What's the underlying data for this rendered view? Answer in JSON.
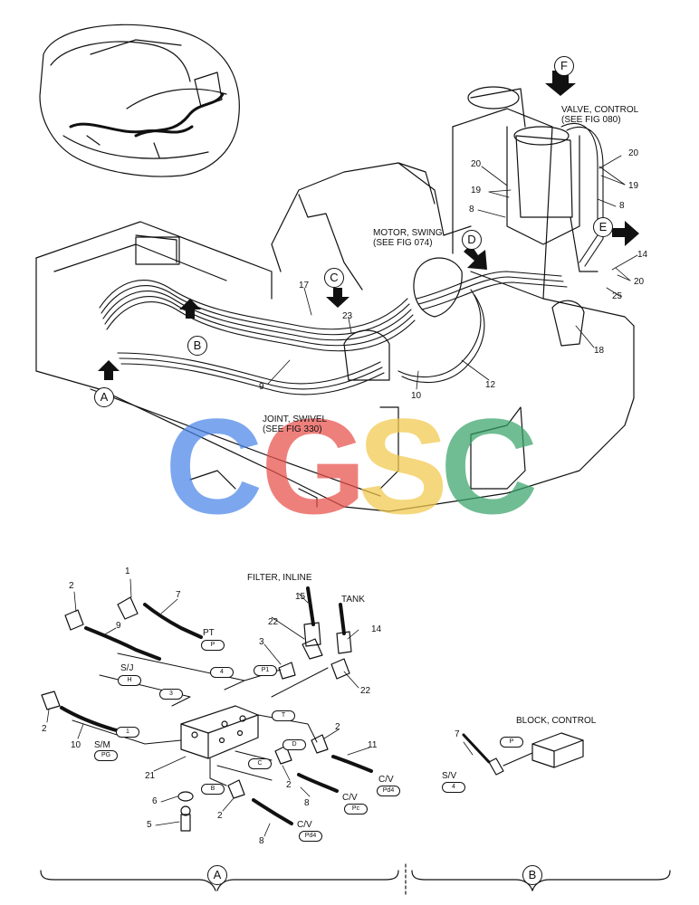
{
  "overview": {
    "callouts": {
      "A": "A",
      "B": "B",
      "C": "C",
      "D": "D",
      "E": "E",
      "F": "F"
    },
    "labels": {
      "valve_control": "VALVE, CONTROL",
      "valve_control_ref": "(SEE FIG 080)",
      "motor_swing": "MOTOR, SWING",
      "motor_swing_ref": "(SEE FIG 074)",
      "joint_swivel": "JOINT, SWIVEL",
      "joint_swivel_ref": "(SEE FIG 330)"
    },
    "numbers": [
      "20",
      "19",
      "8",
      "8",
      "19",
      "20",
      "14",
      "20",
      "25",
      "17",
      "23",
      "9",
      "10",
      "12",
      "18"
    ]
  },
  "watermark": {
    "letters": [
      "C",
      "G",
      "S",
      "C"
    ],
    "colors": [
      "#4a86e8",
      "#e8504a",
      "#f2c94c",
      "#3aa56b"
    ]
  },
  "detail_a": {
    "labels": {
      "filter_inline": "FILTER, INLINE",
      "tank": "TANK",
      "pt": "PT",
      "sj": "S/J",
      "sm": "S/M",
      "cv1": "C/V",
      "cv2": "C/V",
      "cv3": "C/V"
    },
    "ports": {
      "P": "P",
      "P1": "P1",
      "H": "H",
      "PG": "PG",
      "T": "T",
      "D": "D",
      "C": "C",
      "B": "B",
      "Pd4": "Pd4",
      "Pc": "Pc",
      "Pd4b": "Pd4",
      "n4": "4",
      "n3": "3",
      "n1": "1"
    },
    "numbers": [
      "1",
      "2",
      "7",
      "9",
      "2",
      "10",
      "3",
      "22",
      "15",
      "14",
      "22",
      "2",
      "11",
      "2",
      "8",
      "21",
      "6",
      "5",
      "2",
      "8"
    ],
    "section": "A"
  },
  "detail_b": {
    "labels": {
      "block_control": "BLOCK, CONTROL",
      "sv": "S/V"
    },
    "ports": {
      "P": "P",
      "n4": "4"
    },
    "numbers": [
      "7"
    ],
    "section": "B"
  }
}
